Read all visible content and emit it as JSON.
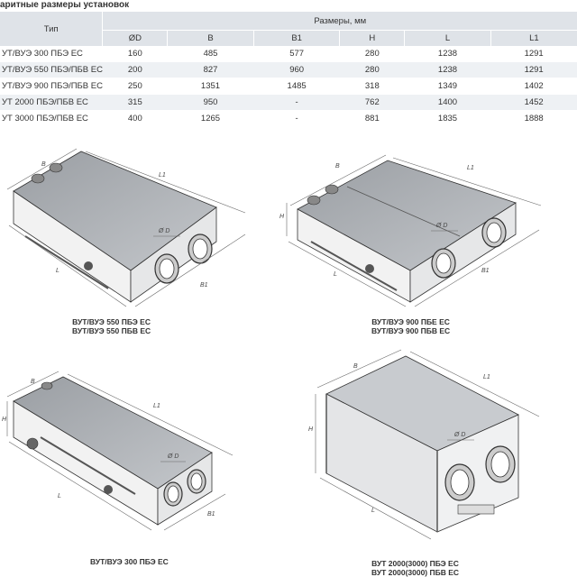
{
  "heading": "аритные размеры установок",
  "table": {
    "type_header": "Тип",
    "group_header": "Размеры, мм",
    "columns": [
      "ØD",
      "B",
      "B1",
      "H",
      "L",
      "L1"
    ],
    "rows": [
      {
        "type": "УТ/ВУЭ 300 ПБЭ ЕС",
        "cells": [
          "160",
          "485",
          "577",
          "280",
          "1238",
          "1291"
        ]
      },
      {
        "type": "УТ/ВУЭ 550 ПБЭ/ПБВ ЕС",
        "cells": [
          "200",
          "827",
          "960",
          "280",
          "1238",
          "1291"
        ]
      },
      {
        "type": "УТ/ВУЭ 900 ПБЭ/ПБВ ЕС",
        "cells": [
          "250",
          "1351",
          "1485",
          "318",
          "1349",
          "1402"
        ]
      },
      {
        "type": "УТ 2000 ПБЭ/ПБВ ЕС",
        "cells": [
          "315",
          "950",
          "-",
          "762",
          "1400",
          "1452"
        ]
      },
      {
        "type": "УТ 3000 ПБЭ/ПБВ ЕС",
        "cells": [
          "400",
          "1265",
          "-",
          "881",
          "1835",
          "1888"
        ]
      }
    ]
  },
  "dim_labels": {
    "b": "B",
    "l1": "L1",
    "l": "L",
    "h": "H",
    "d": "Ø D",
    "b1": "B1"
  },
  "captions": {
    "unit_550": [
      "ВУТ/ВУЭ 550 ПБЭ ЕС",
      "ВУТ/ВУЭ 550 ПБВ ЕС"
    ],
    "unit_900": [
      "ВУТ/ВУЭ 900 ПБЕ ЕС",
      "ВУТ/ВУЭ 900 ПБВ ЕС"
    ],
    "unit_300": [
      "ВУТ/ВУЭ 300 ПБЭ ЕС"
    ],
    "unit_2000": [
      "ВУТ 2000(3000) ПБЭ ЕС",
      "ВУТ 2000(3000) ПБВ ЕС"
    ]
  }
}
